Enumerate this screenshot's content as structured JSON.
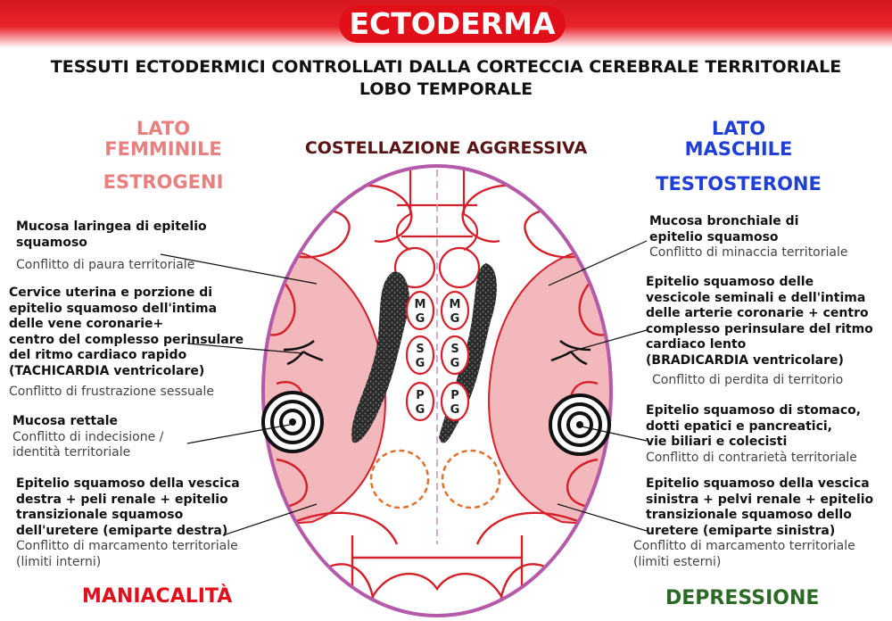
{
  "header": {
    "title": "ECTODERMA",
    "subtitle_line1": "TESSUTI ECTODERMICI CONTROLLATI DALLA CORTECCIA CEREBRALE TERRITORIALE",
    "subtitle_line2": "LOBO TEMPORALE"
  },
  "center_title": "COSTELLAZIONE AGGRESSIVA",
  "left_side": {
    "heading_line1": "LATO",
    "heading_line2": "FEMMINILE",
    "hormone": "ESTROGENI",
    "items": [
      {
        "bold": [
          "Mucosa laringea di epitelio",
          "squamoso"
        ],
        "conflict": [
          "Conflitto di paura territoriale"
        ]
      },
      {
        "bold": [
          "Cervice uterina e porzione di",
          "epitelio squamoso dell'intima",
          "delle vene coronarie+",
          "centro del complesso perinsulare",
          "del ritmo cardiaco rapido",
          "(TACHICARDIA ventricolare)"
        ],
        "conflict": [
          "Conflitto di frustrazione sessuale"
        ]
      },
      {
        "bold": [
          "Mucosa rettale"
        ],
        "conflict": [
          "Conflitto di indecisione /",
          "identità territoriale"
        ]
      },
      {
        "bold": [
          "Epitelio squamoso della vescica",
          "destra + peli renale + epitelio",
          "transizionale squamoso",
          "dell'uretere (emiparte destra)"
        ],
        "conflict": [
          "Conflitto di marcamento territoriale",
          "(limiti interni)"
        ]
      }
    ],
    "footer": "MANIACALITÀ"
  },
  "right_side": {
    "heading_line1": "LATO",
    "heading_line2": "MASCHILE",
    "hormone": "TESTOSTERONE",
    "items": [
      {
        "bold": [
          "Mucosa bronchiale di",
          "epitelio squamoso"
        ],
        "conflict": [
          "Conflitto di minaccia territoriale"
        ]
      },
      {
        "bold": [
          "Epitelio squamoso delle",
          "vescicole seminali e dell'intima",
          "delle arterie coronarie + centro",
          "complesso perinsulare del ritmo",
          "cardiaco lento",
          "(BRADICARDIA ventricolare)"
        ],
        "conflict": [
          "Conflitto di perdita di territorio"
        ]
      },
      {
        "bold": [
          "Epitelio squamoso di stomaco,",
          "dotti epatici e pancreatici,",
          "vie biliari e colecisti"
        ],
        "conflict": [
          "Conflitto di contrarietà territoriale"
        ]
      },
      {
        "bold": [
          "Epitelio squamoso della vescica",
          "sinistra + pelvi renale + epitelio",
          "transizionale squamoso dello",
          "uretere (emiparte sinistra)"
        ],
        "conflict": [
          "Conflitto di marcamento territoriale",
          "(limiti esterni)"
        ]
      }
    ],
    "footer": "DEPRESSIONE"
  },
  "brain_labels": {
    "left": [
      [
        "M",
        "G"
      ],
      [
        "S",
        "G"
      ],
      [
        "P",
        "G"
      ]
    ],
    "right": [
      [
        "M",
        "G"
      ],
      [
        "S",
        "G"
      ],
      [
        "P",
        "G"
      ]
    ]
  },
  "colors": {
    "banner_red": "#e10f1a",
    "female_pink": "#e98080",
    "male_blue": "#1f3fd6",
    "outline_purple": "#b45aa8",
    "relay_red": "#d4202a",
    "zone_pink": "#f2b8bb",
    "maniac_red": "#e0101c",
    "depression_green": "#2a6a25",
    "center_title_maroon": "#5a1414"
  }
}
